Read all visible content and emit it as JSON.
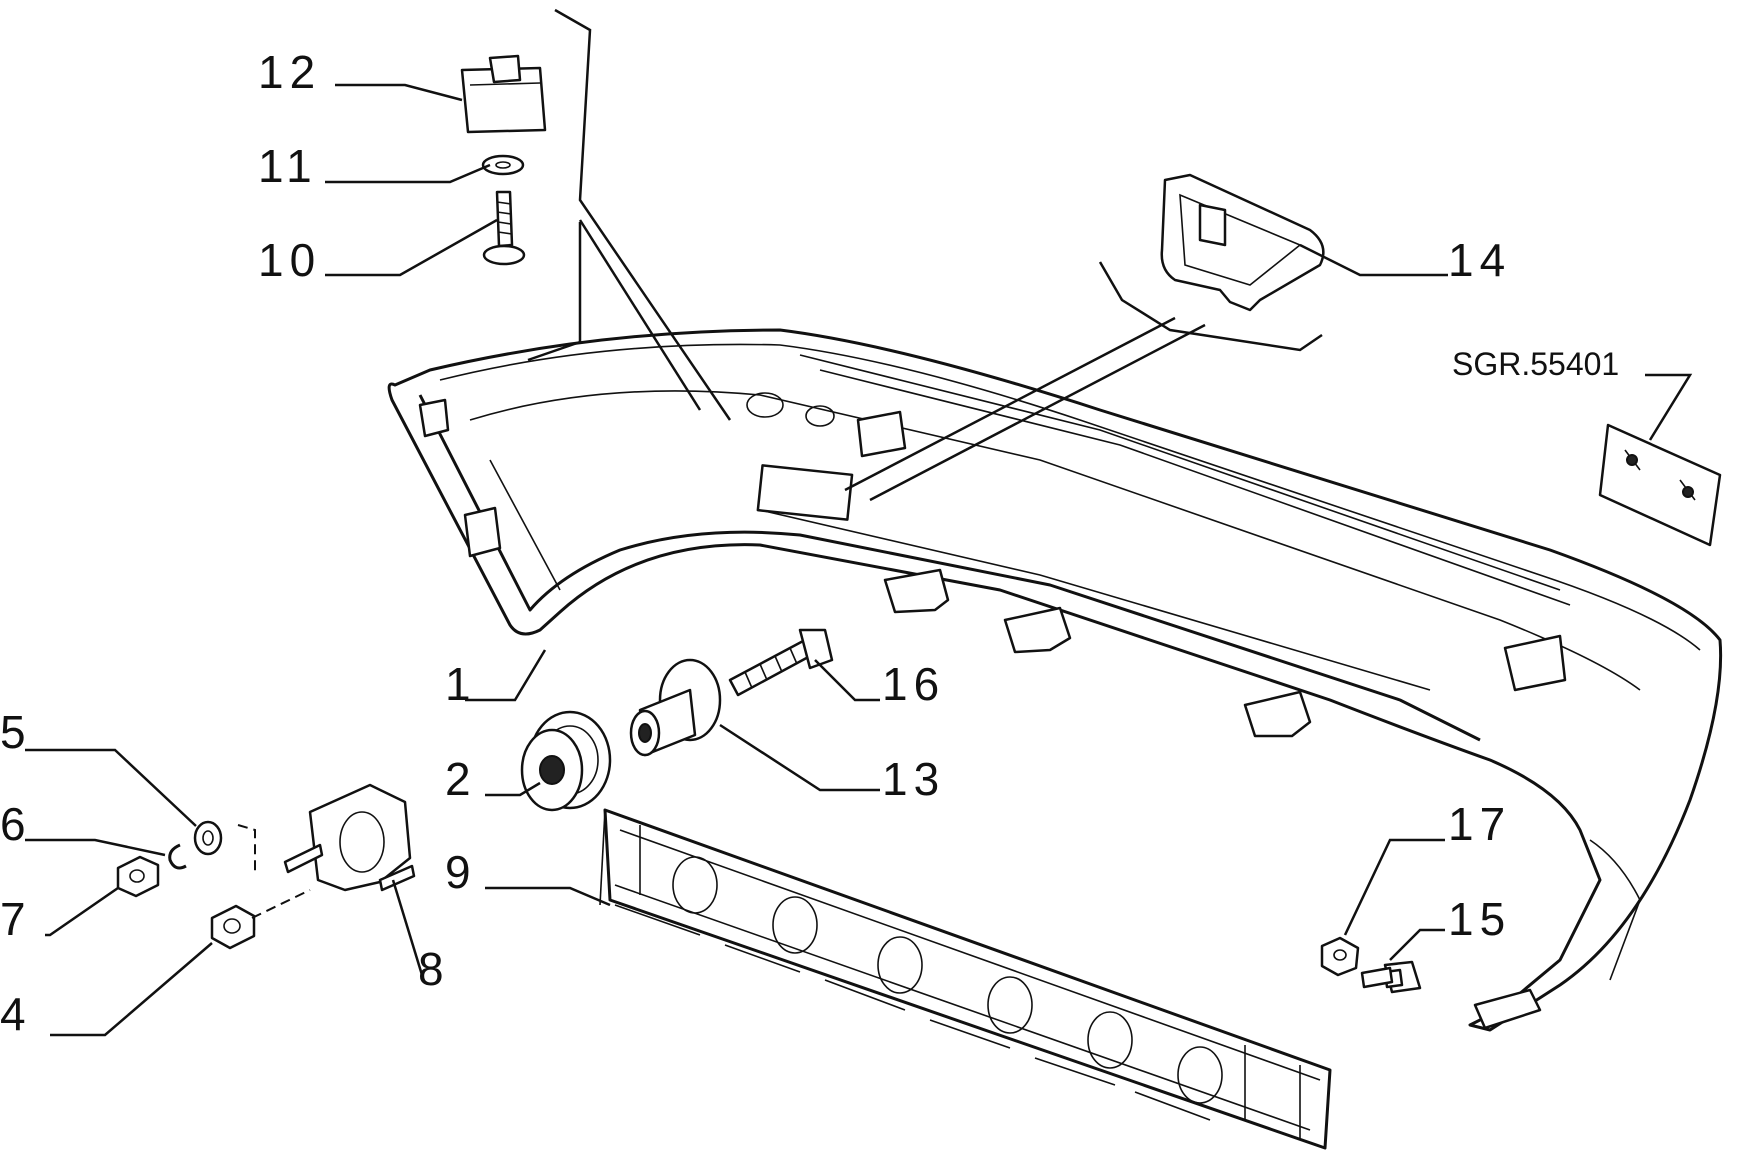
{
  "diagram": {
    "reference_code": "SGR.55401",
    "callouts": [
      "1",
      "2",
      "4",
      "5",
      "6",
      "7",
      "8",
      "9",
      "10",
      "11",
      "12",
      "13",
      "14",
      "15",
      "16",
      "17"
    ],
    "colors": {
      "ink": "#111111",
      "paper": "#ffffff"
    }
  }
}
